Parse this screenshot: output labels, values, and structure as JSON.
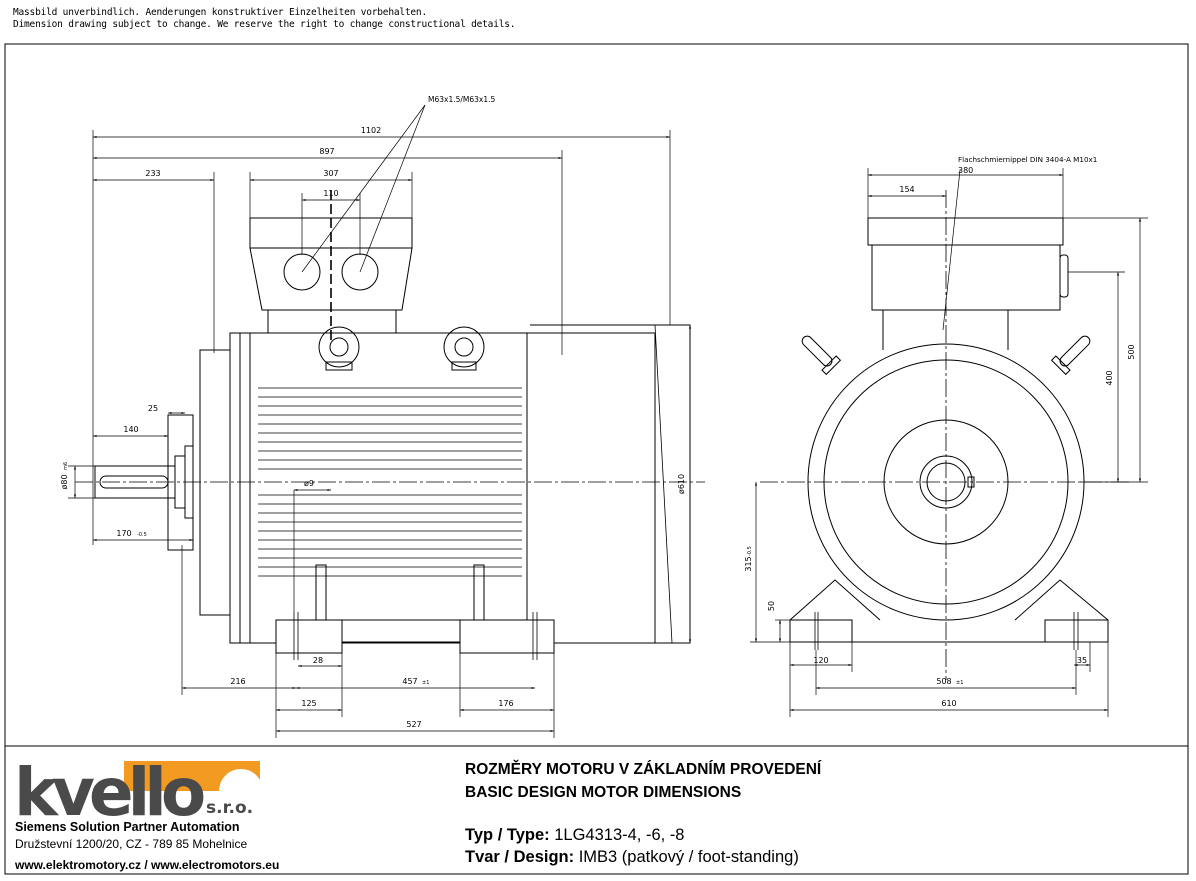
{
  "notes": {
    "line1": "Massbild unverbindlich. Aenderungen konstruktiver Einzelheiten vorbehalten.",
    "line2": "Dimension drawing subject to change. We reserve the right to change constructional details."
  },
  "side_view": {
    "cable_gland_label": "M63x1.5/M63x1.5",
    "dim_overall_length": "1102",
    "dim_frame_length": "897",
    "dim_shaft_to_box": "233",
    "dim_box_width": "307",
    "dim_gland_spacing": "110",
    "dim_key": "25",
    "dim_shaft_length": "140",
    "dim_shaft_dia": "ø80",
    "dim_shaft_dia_tol": "m6",
    "dim_shaft_bore": "ø9",
    "dim_shaft_ext": "170",
    "dim_shaft_ext_tol": "-0.5",
    "dim_housing_dia": "ø610",
    "dim_foot_width": "28",
    "dim_shaft_to_hole": "216",
    "dim_foot_spacing": "457",
    "dim_foot_spacing_tol": "±1",
    "dim_foot_left": "125",
    "dim_foot_right": "176",
    "dim_base_length": "527"
  },
  "front_view": {
    "grease_nipple_label": "Flachschmiernippel DIN 3404-A M10x1",
    "dim_box_depth": "380",
    "dim_box_offset": "154",
    "dim_box_height_top": "500",
    "dim_box_height": "400",
    "dim_shaft_height": "315",
    "dim_shaft_height_tol": "-0.5",
    "dim_foot_height": "50",
    "dim_foot_length": "120",
    "dim_hole_dia": "35",
    "dim_hole_spacing": "508",
    "dim_hole_spacing_tol": "±1",
    "dim_base_width": "610"
  },
  "footer": {
    "title_cz": "ROZMĚRY MOTORU V ZÁKLADNÍM PROVEDENÍ",
    "title_en": "BASIC DESIGN MOTOR DIMENSIONS",
    "type_label": "Typ / Type:",
    "type_value": " 1LG4313-4, -6, -8",
    "design_label": "Tvar / Design:",
    "design_value": " IMB3 (patkový / foot-standing)"
  },
  "company": {
    "logo_text": "kvello",
    "logo_suffix": "s.r.o.",
    "tagline": "Siemens Solution Partner Automation",
    "address": "Družstevní 1200/20, CZ - 789 85 Mohelnice",
    "web": "www.elektromotory.cz / www.electromotors.eu"
  },
  "colors": {
    "line": "#000000",
    "accent": "#f39a22"
  }
}
